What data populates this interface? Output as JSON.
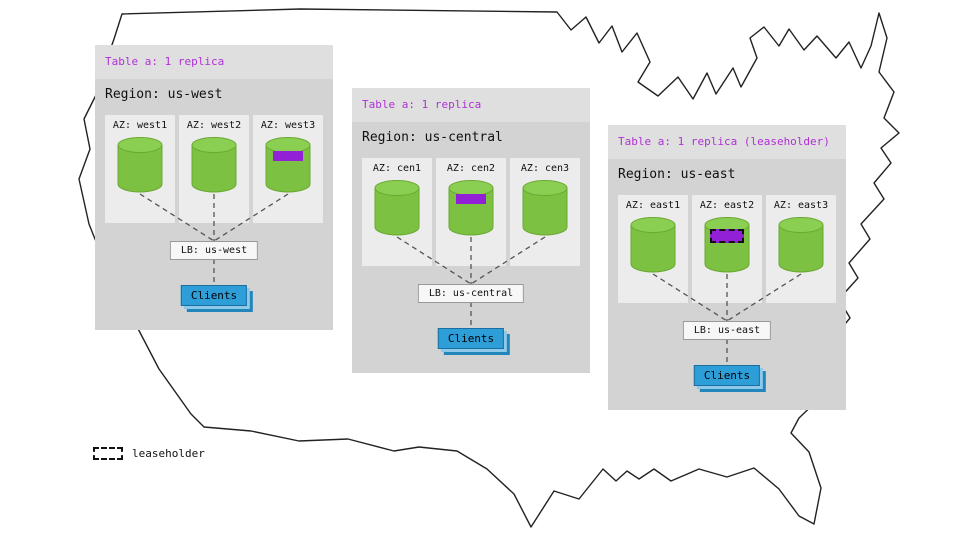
{
  "diagram": {
    "legend": {
      "label": "leaseholder"
    },
    "colors": {
      "title_purple": "#b030d6",
      "replica_purple": "#9220d6",
      "replica_green": "#7cc142",
      "clients_blue": "#2e9ed9",
      "panel_gray": "#d3d3d3"
    },
    "regions": [
      {
        "title": "Table a: 1 replica",
        "region_label": "Region: us-west",
        "azs": [
          {
            "label": "AZ: west1",
            "replica": false,
            "leaseholder": false
          },
          {
            "label": "AZ: west2",
            "replica": false,
            "leaseholder": false
          },
          {
            "label": "AZ: west3",
            "replica": true,
            "leaseholder": false
          }
        ],
        "lb_label": "LB: us-west",
        "clients_label": "Clients"
      },
      {
        "title": "Table a: 1 replica",
        "region_label": "Region: us-central",
        "azs": [
          {
            "label": "AZ: cen1",
            "replica": false,
            "leaseholder": false
          },
          {
            "label": "AZ: cen2",
            "replica": true,
            "leaseholder": false
          },
          {
            "label": "AZ: cen3",
            "replica": false,
            "leaseholder": false
          }
        ],
        "lb_label": "LB: us-central",
        "clients_label": "Clients"
      },
      {
        "title": "Table a: 1 replica (leaseholder)",
        "region_label": "Region: us-east",
        "azs": [
          {
            "label": "AZ: east1",
            "replica": false,
            "leaseholder": false
          },
          {
            "label": "AZ: east2",
            "replica": true,
            "leaseholder": true
          },
          {
            "label": "AZ: east3",
            "replica": false,
            "leaseholder": false
          }
        ],
        "lb_label": "LB: us-east",
        "clients_label": "Clients"
      }
    ]
  }
}
